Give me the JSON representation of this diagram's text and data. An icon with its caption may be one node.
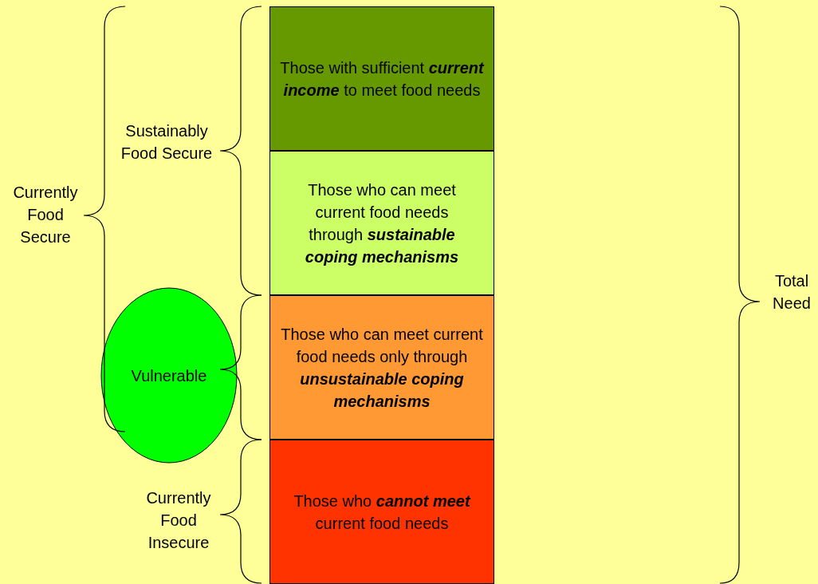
{
  "diagram": {
    "nodes": [
      {
        "text": [
          "Those with sufficient **current income** to meet food needs"
        ]
      },
      {
        "text": [
          "Those who can meet current food needs through **sustainable coping mechanisms**"
        ]
      },
      {
        "text": [
          "Those who can meet current food needs only through **unsustainable coping mechanisms**"
        ]
      },
      {
        "text": [
          "Those who **cannot meet** current food needs"
        ]
      },
      {
        "text": [
          "Vulnerable"
        ]
      }
    ],
    "labels": [
      "Currently Food Secure",
      "Sustainably Food Secure",
      "Currently Food Insecure",
      "Total Need"
    ]
  }
}
